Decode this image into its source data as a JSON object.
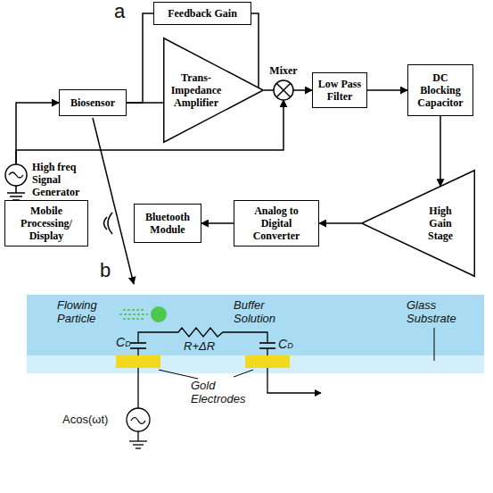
{
  "diagram": {
    "nodes": [
      {
        "text": [
          "Feedback Gain"
        ]
      },
      {
        "text": [
          "Biosensor"
        ]
      },
      {
        "text": [
          "Trans-Impedance Amplifier"
        ]
      },
      {
        "text": [
          "Mixer"
        ]
      },
      {
        "text": [
          "Low Pass Filter"
        ]
      },
      {
        "text": [
          "DC Blocking Capacitor"
        ]
      },
      {
        "text": [
          "High freq Signal Generator"
        ]
      },
      {
        "text": [
          "High Gain Stage"
        ]
      },
      {
        "text": [
          "Analog to Digital Converter"
        ]
      },
      {
        "text": [
          "Bluetooth Module"
        ]
      },
      {
        "text": [
          "Mobile Processing/ Display"
        ]
      }
    ],
    "edges": [
      {
        "from": 6,
        "to": 1,
        "arrow": "to"
      },
      {
        "from": 1,
        "to": 2,
        "arrow": "none"
      },
      {
        "from": 1,
        "to": 0,
        "arrow": "none"
      },
      {
        "from": 0,
        "to": 2,
        "arrow": "none"
      },
      {
        "from": 2,
        "to": 3,
        "arrow": "none"
      },
      {
        "from": 6,
        "to": 3,
        "arrow": "to"
      },
      {
        "from": 3,
        "to": 4,
        "arrow": "to"
      },
      {
        "from": 4,
        "to": 5,
        "arrow": "to"
      },
      {
        "from": 5,
        "to": 7,
        "arrow": "to"
      },
      {
        "from": 7,
        "to": 8,
        "arrow": "to"
      },
      {
        "from": 8,
        "to": 9,
        "arrow": "to"
      }
    ],
    "labels": [
      "a",
      "b",
      "Flowing Particle",
      "Buffer Solution",
      "CD",
      "R+ΔR",
      "CD",
      "Glass Substrate",
      "Gold Electrodes",
      "Acos(ωt)"
    ]
  }
}
